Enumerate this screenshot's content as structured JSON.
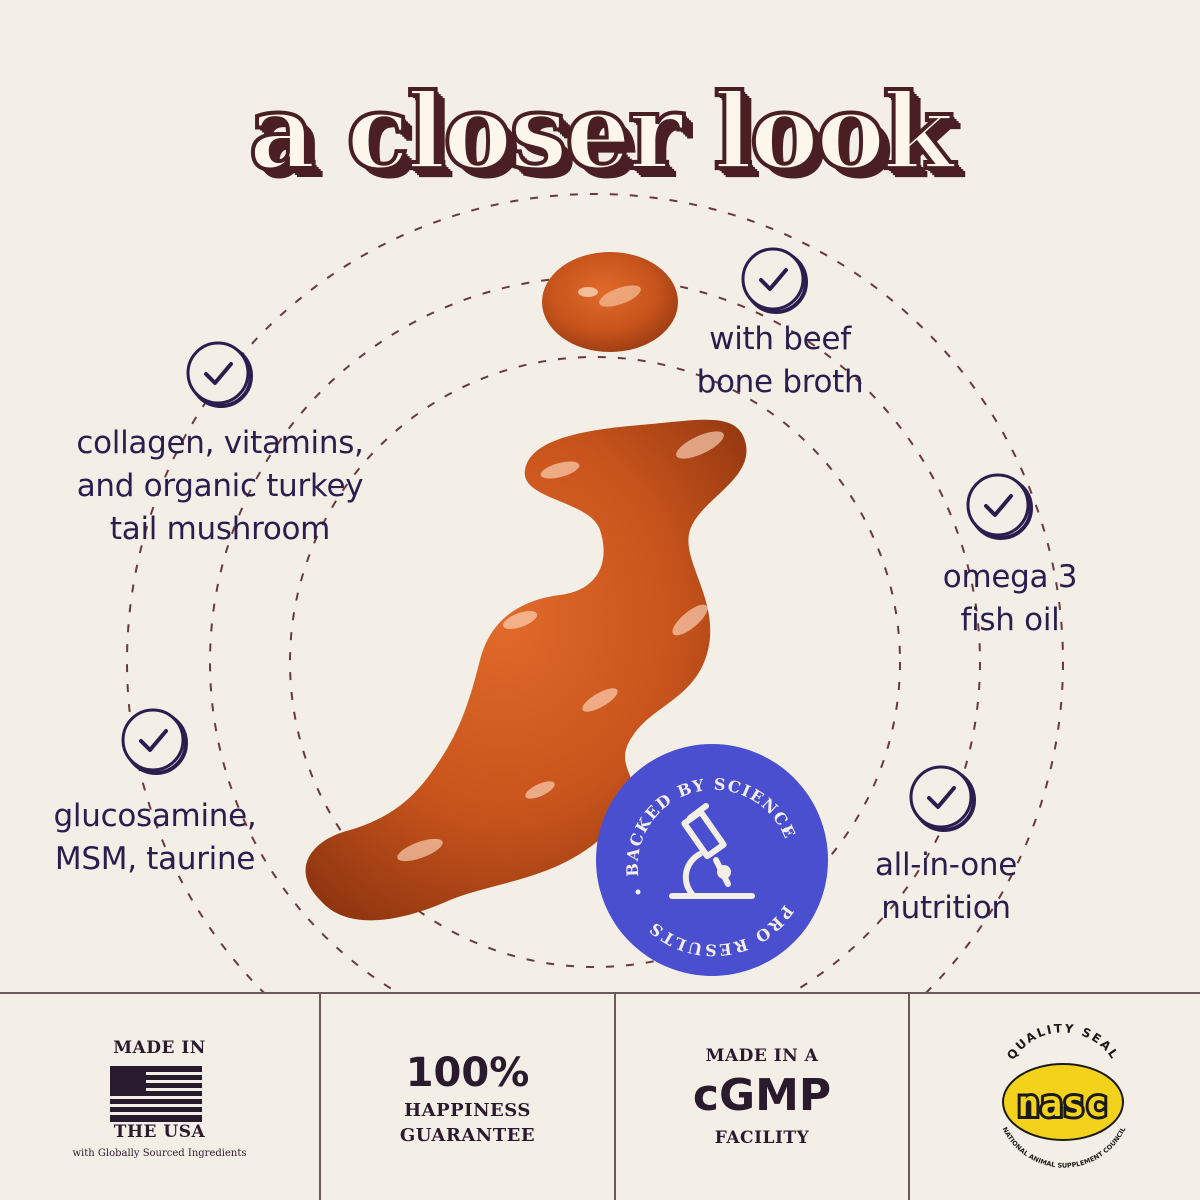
{
  "headline": "a closer look",
  "features": [
    {
      "lines": [
        "collagen, vitamins,",
        "and organic turkey",
        "tail mushroom"
      ]
    },
    {
      "lines": [
        "with beef",
        "bone broth"
      ]
    },
    {
      "lines": [
        "omega 3",
        "fish oil"
      ]
    },
    {
      "lines": [
        "glucosamine,",
        "MSM, taurine"
      ]
    },
    {
      "lines": [
        "all-in-one",
        "nutrition"
      ]
    }
  ],
  "badge": {
    "text_top": "BACKED BY SCIENCE",
    "text_bottom": "PRO RESULTS",
    "icon": "microscope-icon",
    "color": "#4a4fd0"
  },
  "trust": {
    "usa": {
      "line1": "MADE IN",
      "line2": "THE USA",
      "sub": "with Globally Sourced Ingredients",
      "icon": "usa-flag-icon"
    },
    "happiness": {
      "big": "100%",
      "line1": "HAPPINESS",
      "line2": "GUARANTEE"
    },
    "cgmp": {
      "line1": "MADE IN A",
      "big": "cGMP",
      "line2": "FACILITY"
    },
    "nasc": {
      "top": "QUALITY SEAL",
      "logo": "nasc",
      "bottom": "NATIONAL ANIMAL SUPPLEMENT COUNCIL",
      "icon": "nasc-seal-icon"
    }
  },
  "colors": {
    "background": "#f3efe7",
    "text": "#2b1e4f",
    "headline_outline": "#4a1f24",
    "product": "#c8541c",
    "badge": "#4a4fd0",
    "seal_yellow": "#f2d21a"
  }
}
